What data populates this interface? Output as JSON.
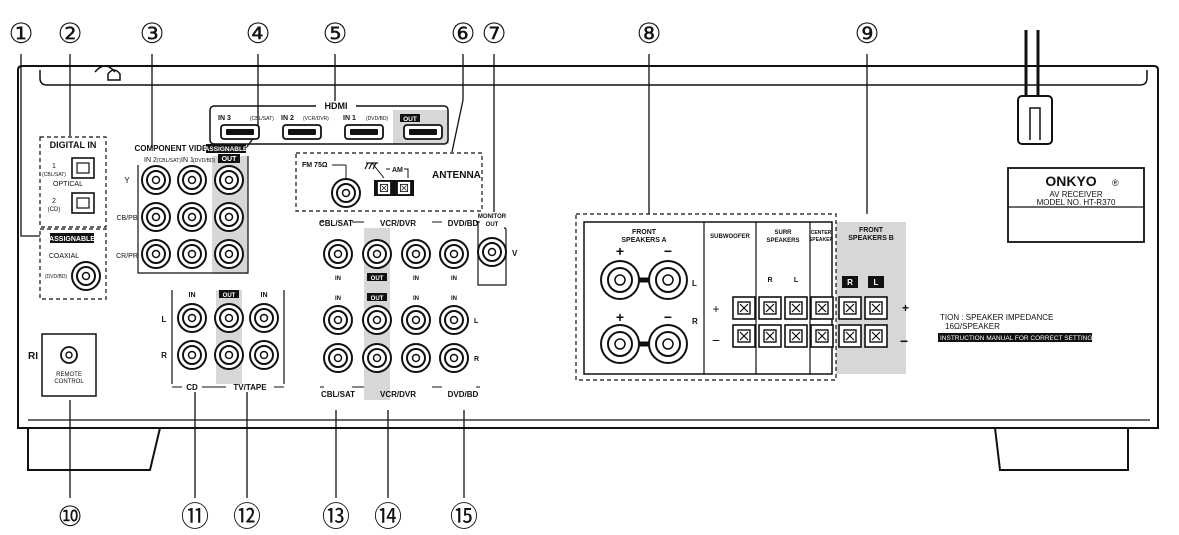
{
  "callouts": [
    "①",
    "②",
    "③",
    "④",
    "⑤",
    "⑥",
    "⑦",
    "⑧",
    "⑨",
    "⑩",
    "⑪",
    "⑫",
    "⑬",
    "⑭",
    "⑮"
  ],
  "digital_in": {
    "title": "DIGITAL IN",
    "opt1": "1",
    "opt1_sub": "(CBL/SAT)",
    "optical": "OPTICAL",
    "opt2": "2",
    "opt2_sub": "(CD)",
    "assignable": "ASSIGNABLE",
    "coaxial": "COAXIAL",
    "coax_sub": "(DVD/BD)"
  },
  "component": {
    "title": "COMPONENT VIDEO",
    "assignable": "ASSIGNABLE",
    "in2": "IN 2",
    "in2_sub": "(CBL/SAT)",
    "in1": "IN 1",
    "in1_sub": "(DVD/BD)",
    "out": "OUT",
    "y": "Y",
    "pb": "CB/PB",
    "pr": "CR/PR"
  },
  "hdmi": {
    "title": "HDMI",
    "in3": "IN 3",
    "in3_sub": "(CBL/SAT)",
    "in2": "IN 2",
    "in2_sub": "(VCR/DVR)",
    "in1": "IN 1",
    "in1_sub": "(DVD/BD)",
    "out": "OUT"
  },
  "antenna": {
    "fm": "FM 75Ω",
    "am": "AM",
    "label": "ANTENNA"
  },
  "av": {
    "cbl_sat": "CBL/SAT",
    "vcr_dvr": "VCR/DVR",
    "dvd_bd": "DVD/BD",
    "monitor": "MONITOR",
    "monitor_out": "OUT",
    "v": "V",
    "in": "IN",
    "out": "OUT",
    "l": "L",
    "r": "R"
  },
  "audio_left": {
    "in": "IN",
    "out": "OUT",
    "l": "L",
    "r": "R",
    "cd": "CD",
    "tv_tape": "TV/TAPE"
  },
  "remote": {
    "line1": "REMOTE",
    "line2": "CONTROL",
    "logo": "RI"
  },
  "speakers": {
    "front_a_1": "FRONT",
    "front_a_2": "SPEAKERS A",
    "subwoofer": "SUBWOOFER",
    "surr_1": "SURR",
    "surr_2": "SPEAKERS",
    "center_1": "CENTER",
    "center_2": "SPEAKER",
    "front_b_1": "FRONT",
    "front_b_2": "SPEAKERS B",
    "plus": "+",
    "minus": "−",
    "l": "L",
    "r": "R"
  },
  "caution": {
    "line1": "TION : SPEAKER IMPEDANCE",
    "line2": "16Ω/SPEAKER",
    "line3": "INSTRUCTION MANUAL FOR CORRECT SETTINGS."
  },
  "label_plate": {
    "brand": "ONKYO",
    "reg": "®",
    "line2": "AV RECEIVER",
    "line3": "MODEL NO. HT-R370"
  }
}
